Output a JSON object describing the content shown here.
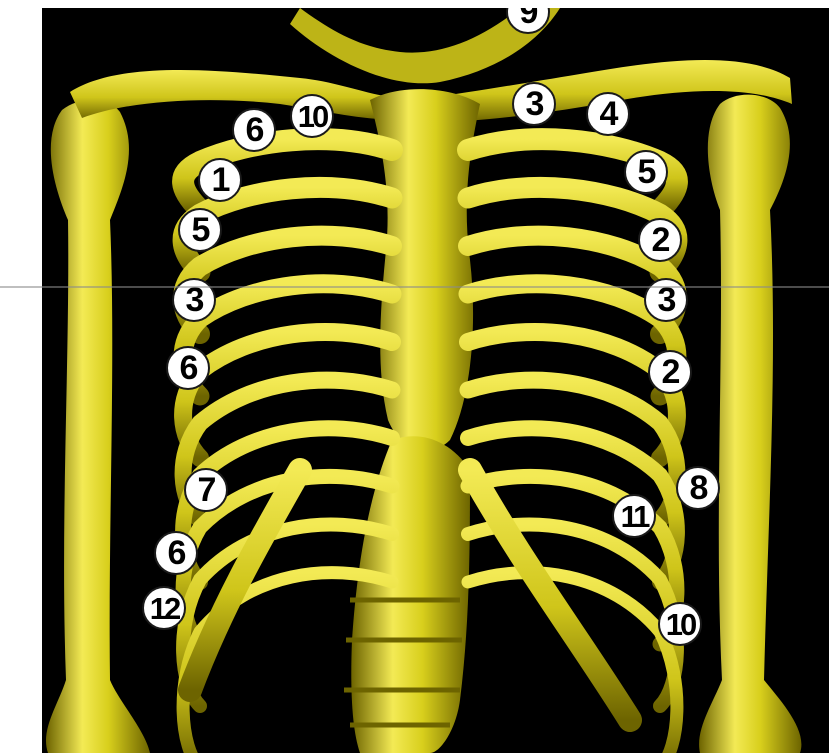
{
  "colors": {
    "background": "#000000",
    "bone": "#d8cf1c",
    "bone_highlight": "#f3ea55",
    "bone_shadow": "#6d6400",
    "marker_fill": "#ffffff",
    "marker_text": "#000000"
  },
  "markers": [
    {
      "id": "m-9-top",
      "label": "9"
    },
    {
      "id": "m-10-left-top",
      "label": "10"
    },
    {
      "id": "m-6-left-top",
      "label": "6"
    },
    {
      "id": "m-1-left",
      "label": "1"
    },
    {
      "id": "m-5-left",
      "label": "5"
    },
    {
      "id": "m-3-left",
      "label": "3"
    },
    {
      "id": "m-6-left-mid",
      "label": "6"
    },
    {
      "id": "m-7-left",
      "label": "7"
    },
    {
      "id": "m-6-left-low",
      "label": "6"
    },
    {
      "id": "m-12-left",
      "label": "12"
    },
    {
      "id": "m-3-right-top",
      "label": "3"
    },
    {
      "id": "m-4-right",
      "label": "4"
    },
    {
      "id": "m-5-right",
      "label": "5"
    },
    {
      "id": "m-2-right-top",
      "label": "2"
    },
    {
      "id": "m-3-right-mid",
      "label": "3"
    },
    {
      "id": "m-2-right-low",
      "label": "2"
    },
    {
      "id": "m-8-right",
      "label": "8"
    },
    {
      "id": "m-11-right",
      "label": "11"
    },
    {
      "id": "m-10-right",
      "label": "10"
    }
  ]
}
